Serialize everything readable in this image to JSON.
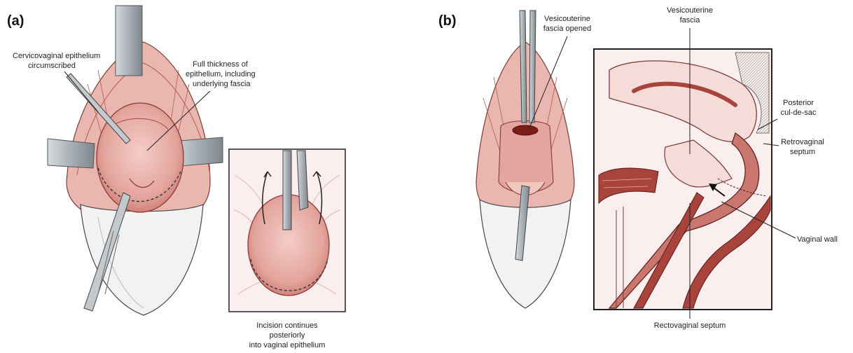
{
  "panels": {
    "a": {
      "label": "(a)",
      "annotations": {
        "cervicovaginal": [
          "Cervicovaginal epithelium",
          "circumscribed"
        ],
        "full_thickness": [
          "Full thickness of",
          "epithelium, including",
          "underlying fascia"
        ],
        "incision": [
          "Incision continues",
          "posteriorly",
          "into vaginal epithelium"
        ]
      }
    },
    "b": {
      "label": "(b)",
      "annotations": {
        "vesicouterine_opened": [
          "Vesicouterine",
          "fascia opened"
        ],
        "vesicouterine_fascia": [
          "Vesicouterine",
          "fascia"
        ],
        "posterior_cul_de_sac": [
          "Posterior",
          "cul-de-sac"
        ],
        "retrovaginal_septum": [
          "Retrovaginal",
          "septum"
        ],
        "vaginal_wall": [
          "Vaginal wall"
        ],
        "rectovaginal_septum": [
          "Rectovaginal septum"
        ]
      }
    }
  },
  "colors": {
    "tissue": "#e8b3ac",
    "tissue_dark": "#c9766e",
    "tissue_deep": "#a8443c",
    "retractor": "#b9bfc4",
    "instrument": "#8e969c",
    "ink": "#222222"
  }
}
